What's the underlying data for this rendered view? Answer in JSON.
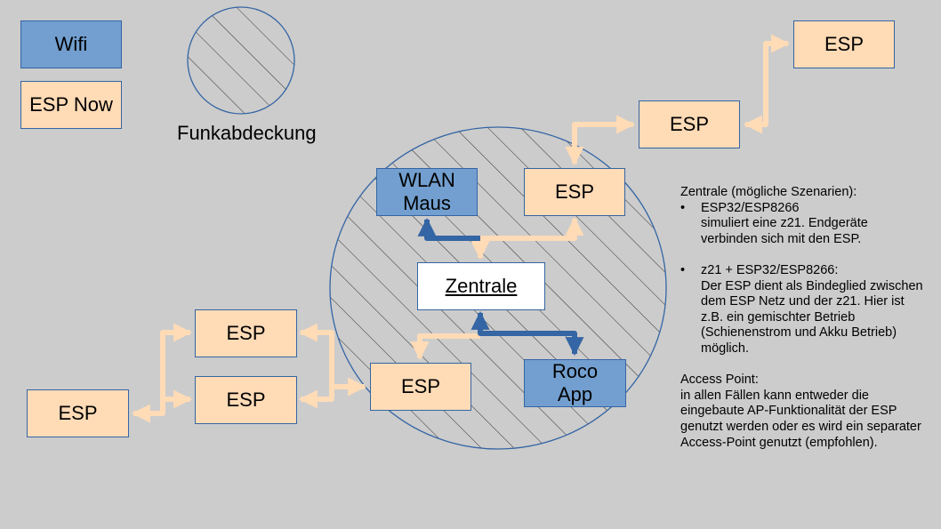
{
  "legend": {
    "wifi_label": "Wifi",
    "espnow_label": "ESP Now",
    "coverage_label": "Funkabdeckung"
  },
  "nodes": {
    "esp_far_top_right": "ESP",
    "esp_top_right": "ESP",
    "esp_inner_top": "ESP",
    "wlan_maus_line1": "WLAN",
    "wlan_maus_line2": "Maus",
    "zentrale": "Zentrale",
    "esp_inner_bottom": "ESP",
    "roco_app_line1": "Roco",
    "roco_app_line2": "App",
    "esp_left_top": "ESP",
    "esp_left_bottom": "ESP",
    "esp_far_left": "ESP"
  },
  "notes": {
    "heading": "Zentrale (mögliche Szenarien):",
    "bullets": [
      {
        "title": "ESP32/ESP8266",
        "text": "simuliert eine z21. Endgeräte verbinden sich mit den ESP."
      },
      {
        "title": "z21 + ESP32/ESP8266:",
        "text": "Der ESP dient als Bindeglied zwischen dem ESP Netz und der z21. Hier ist z.B. ein gemischter Betrieb (Schienenstrom und Akku Betrieb) möglich."
      }
    ],
    "ap_heading": "Access Point:",
    "ap_text": "in allen Fällen kann entweder die eingebaute AP-Funktionalität der ESP genutzt werden oder es wird ein separater Access-Point genutzt (empfohlen)."
  },
  "colors": {
    "background": "#cccccc",
    "esp_fill": "#ffdbb6",
    "wifi_fill": "#729fcf",
    "border": "#3465a4",
    "wifi_arrow": "#3465a4",
    "espnow_arrow": "#ffdbb6"
  }
}
